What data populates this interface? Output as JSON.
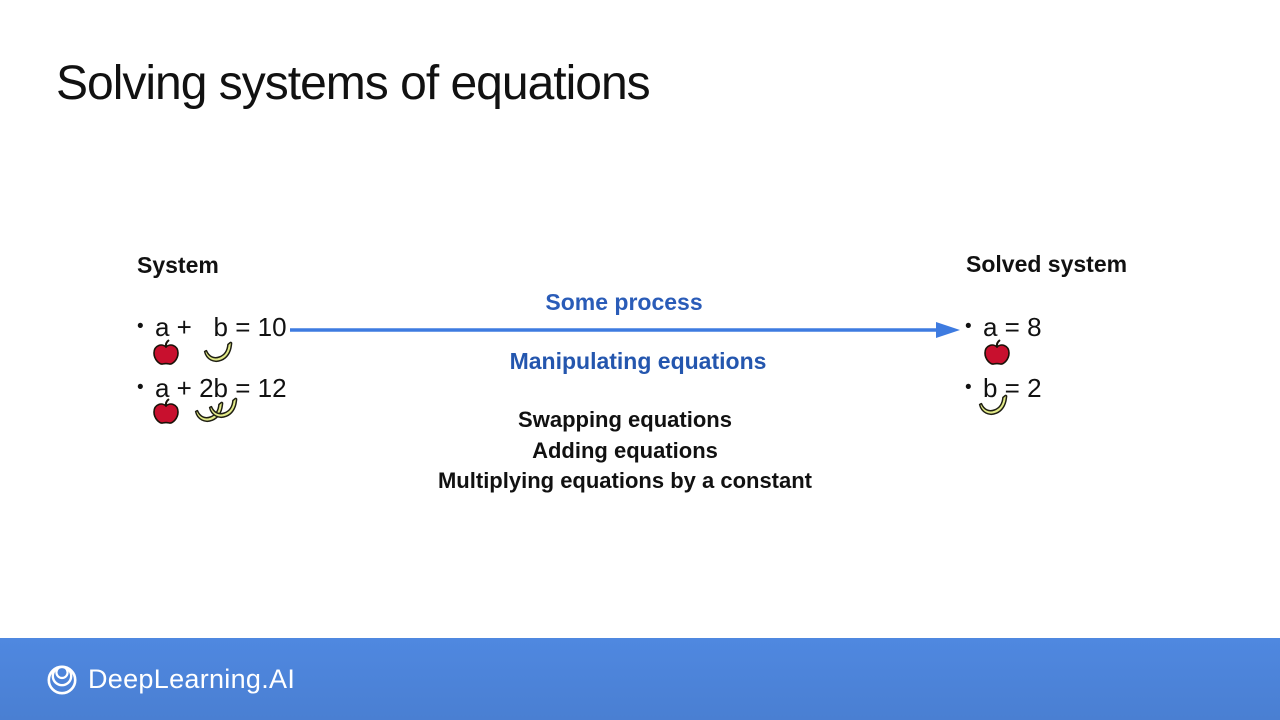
{
  "slide": {
    "title": "Solving systems of equations"
  },
  "bullet_char": "•",
  "left_panel": {
    "heading": "System",
    "equation1": "a +   b = 10",
    "equation2": "a + 2b = 12",
    "equation1_fruits": [
      "apple",
      "banana"
    ],
    "equation2_fruits": [
      "apple",
      "banana",
      "banana"
    ]
  },
  "process": {
    "title": "Some process",
    "subtitle": "Manipulating equations",
    "operations": [
      "Swapping equations",
      "Adding equations",
      "Multiplying equations by a constant"
    ]
  },
  "right_panel": {
    "heading": "Solved system",
    "equation1": "a = 8",
    "equation2": "b = 2",
    "equation1_fruits": [
      "apple"
    ],
    "equation2_fruits": [
      "banana"
    ]
  },
  "footer": {
    "brand": "DeepLearning.AI",
    "logo": "deeplearning-rings-logo"
  },
  "colors": {
    "title_black": "#111111",
    "text_black": "#111111",
    "process_blue": "#2A5CB8",
    "subtitle_blue": "#2456AE",
    "arrow_blue": "#3E7BE0",
    "footer_blue": "#4F88E0",
    "footer_blue_dark": "#4A7FD2",
    "apple_red": "#C8102E",
    "apple_stroke": "#1A1208",
    "banana_fill": "#E2EA88",
    "banana_stroke": "#1F1F12"
  }
}
